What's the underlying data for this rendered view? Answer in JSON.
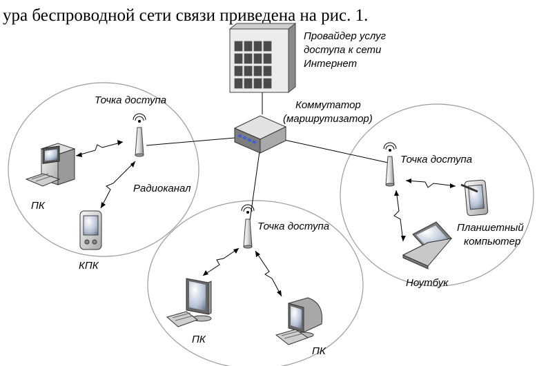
{
  "caption": "ура беспроводной сети связи приведена на рис. 1.",
  "labels": {
    "provider": [
      "Провайдер услуг",
      "доступа к сети",
      "Интернет"
    ],
    "switch": [
      "Коммутатор",
      "(маршрутизатор)"
    ],
    "ap_left": "Точка доступа",
    "ap_right": "Точка доступа",
    "ap_bottom": "Точка доступа",
    "radio_channel": "Радиоканал",
    "pc_left": "ПК",
    "pda": "КПК",
    "pc_bottom_left": "ПК",
    "pc_bottom_right": "ПК",
    "laptop": "Ноутбук",
    "tablet": [
      "Планшетный",
      "компьютер"
    ]
  },
  "colors": {
    "zone_stroke": "#9a9a9a",
    "building_front": "#ececec",
    "building_side": "#8a8a8a",
    "switch_front": "#7d7d7d",
    "switch_top": "#e2e2e2",
    "port_blue": "#3f5fd8"
  }
}
